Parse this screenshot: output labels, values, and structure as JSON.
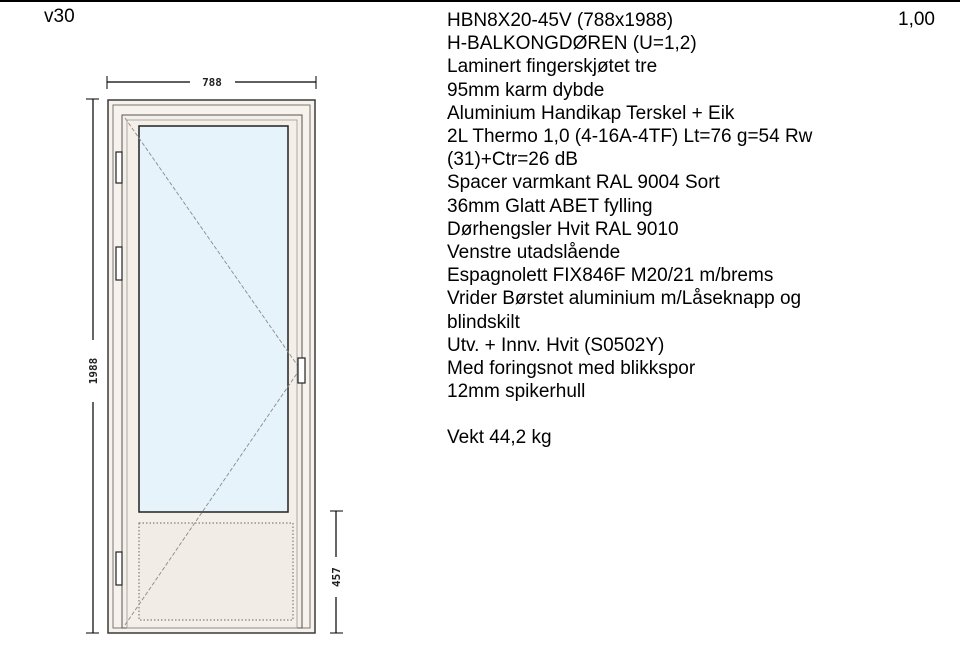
{
  "position": "v30",
  "quantity": "1,00",
  "spec_lines": [
    "HBN8X20-45V (788x1988)",
    "H-BALKONGDØREN (U=1,2)",
    "Laminert fingerskjøtet tre",
    "95mm karm dybde",
    "Aluminium Handikap Terskel + Eik",
    "2L Thermo 1,0 (4-16A-4TF) Lt=76 g=54 Rw",
    "(31)+Ctr=26 dB",
    "Spacer varmkant RAL 9004 Sort",
    "36mm Glatt ABET fylling",
    "Dørhengsler Hvit RAL 9010",
    "Venstre utadslående",
    "Espagnolett FIX846F M20/21 m/brems",
    "Vrider Børstet aluminium m/Låseknapp og",
    "blindskilt",
    "Utv. + Innv. Hvit (S0502Y)",
    "Med foringsnot med blikkspor",
    "12mm spikerhull"
  ],
  "weight": "Vekt 44,2 kg",
  "drawing": {
    "width_dimension": "788",
    "height_dimension": "1988",
    "panel_dimension": "457",
    "frame_color": "#f7f2ec",
    "glass_color": "#e6f3fb"
  }
}
